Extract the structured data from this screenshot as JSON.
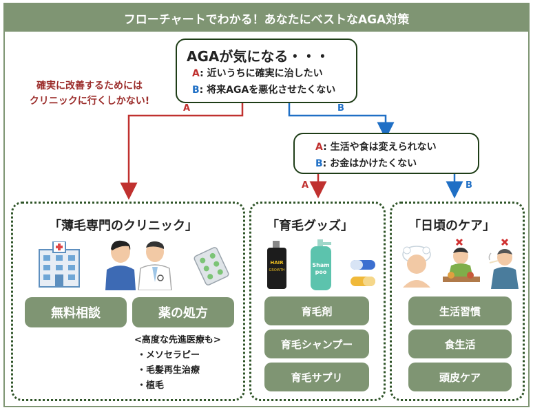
{
  "title": "フローチャートでわかる！あなたにベストなAGA対策",
  "question": {
    "title": "AGAが気になる・・・",
    "options": [
      {
        "letter": "A",
        "text": ": 近いうちに確実に治したい"
      },
      {
        "letter": "B",
        "text": ": 将来AGAを悪化させたくない"
      }
    ]
  },
  "note": {
    "line1": "確実に改善するためには",
    "line2": "クリニックに行くしかない!"
  },
  "second_question": {
    "options": [
      {
        "letter": "A",
        "text": ": 生活や食は変えられない"
      },
      {
        "letter": "B",
        "text": ": お金はかけたくない"
      }
    ]
  },
  "arrow_labels": {
    "left_a": "A",
    "right_b": "B",
    "second_a": "A",
    "second_b": "B"
  },
  "sections": {
    "clinic": {
      "title": "「薄毛専門のクリニック」",
      "buttons": [
        "無料相談",
        "薬の処方"
      ],
      "advanced_title": "<高度な先進医療も>",
      "advanced_items": [
        "・メソセラピー",
        "・毛髪再生治療",
        "・植毛"
      ]
    },
    "goods": {
      "title": "「育毛グッズ」",
      "buttons": [
        "育毛剤",
        "育毛シャンプー",
        "育毛サプリ"
      ],
      "bottle_text_1": "HAIR",
      "bottle_text_2": "GROWTH",
      "shampoo_text_1": "Sham",
      "shampoo_text_2": "poo"
    },
    "care": {
      "title": "「日頃のケア」",
      "buttons": [
        "生活習慣",
        "食生活",
        "頭皮ケア"
      ]
    }
  },
  "colors": {
    "header_green": "#7f9573",
    "dark_green": "#1e3d17",
    "arrow_red": "#c0312f",
    "arrow_blue": "#1f6fc5",
    "note_red": "#9b2c2a"
  }
}
